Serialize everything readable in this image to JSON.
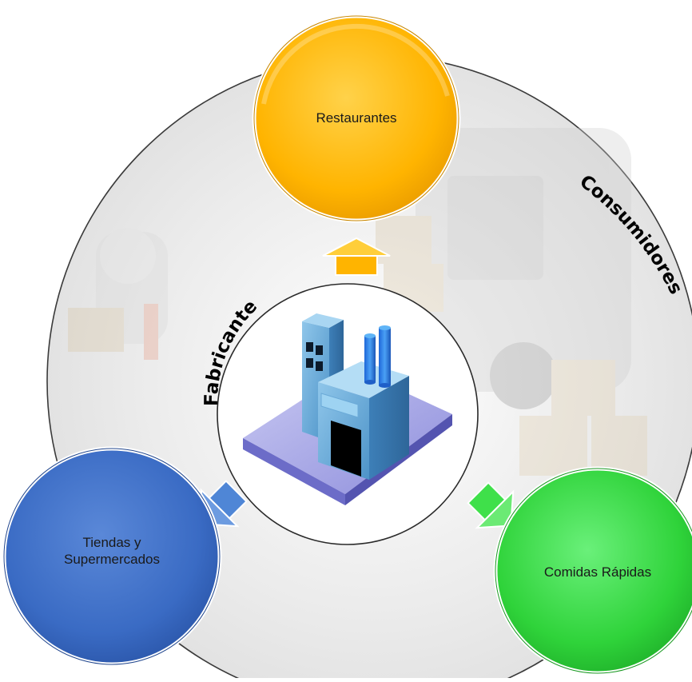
{
  "diagram": {
    "outer_label": "Consumidores",
    "inner_label": "Fabricante",
    "nodes": [
      {
        "id": "restaurantes",
        "label": "Restaurantes",
        "color": "#FFB400"
      },
      {
        "id": "tiendas",
        "label": "Tiendas y\nSupermercados",
        "color": "#3A6BC4"
      },
      {
        "id": "comidas",
        "label": "Comidas Rápidas",
        "color": "#2FD33A"
      }
    ],
    "center_icon": "factory-icon",
    "arrows": [
      {
        "to": "restaurantes",
        "color": "#FFB400"
      },
      {
        "to": "tiendas",
        "color": "#4F86D6"
      },
      {
        "to": "comidas",
        "color": "#3FE04A"
      }
    ]
  }
}
